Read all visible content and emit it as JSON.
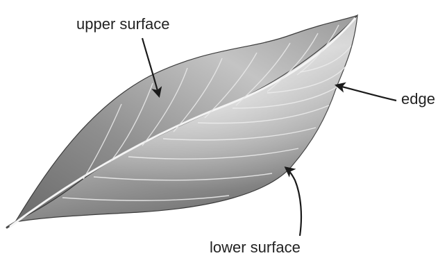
{
  "labels": {
    "upper_surface": "upper surface",
    "edge": "edge",
    "lower_surface": "lower surface"
  },
  "colors": {
    "background": "#ffffff",
    "text": "#222222",
    "arrow": "#1a1a1a",
    "leaf_light": "#eeeeee",
    "leaf_dark": "#555555",
    "vein": "#f4f4f4",
    "outline": "#3c3c3c"
  }
}
